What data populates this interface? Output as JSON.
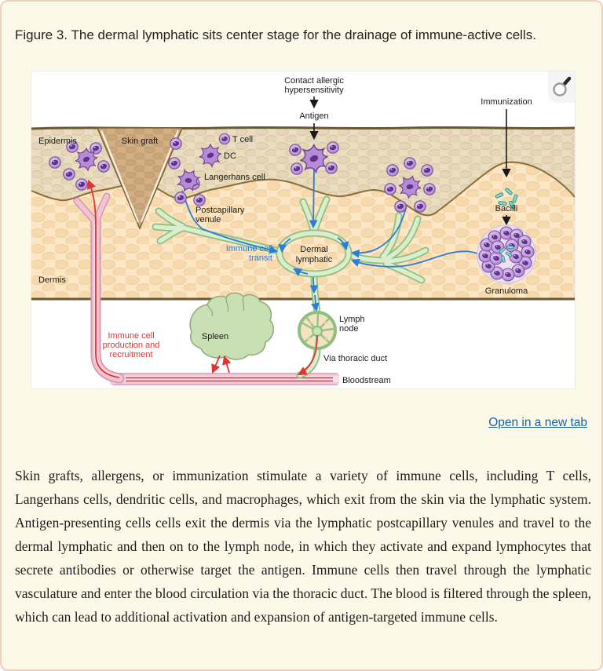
{
  "page": {
    "caption": "Figure 3. The dermal lymphatic sits center stage for the drainage of immune-active cells.",
    "open_link": "Open in a new tab",
    "paragraph": "Skin grafts, allergens, or immunization stimulate a variety of immune cells, including T cells, Langerhans cells, dendritic cells, and macrophages, which exit from the skin via the lymphatic system. Antigen-presenting cells cells exit the dermis via the lymphatic postcapillary venules and travel to the dermal lymphatic and then on to the lymph node, in which they activate and expand lymphocytes that secrete antibodies or otherwise target the antigen. Immune cells then travel through the lymphatic vasculature and enter the blood circulation via the thoracic duct. The blood is filtered through the spleen, which can lead to additional activation and expansion of antigen-targeted immune cells."
  },
  "figure": {
    "labels": {
      "contact_line1": "Contact allergic",
      "contact_line2": "hypersensitivity",
      "antigen": "Antigen",
      "immunization": "Immunization",
      "epidermis": "Epidermis",
      "skin_graft": "Skin graft",
      "t_cell": "T cell",
      "dc": "DC",
      "langerhans": "Langerhans cell",
      "postcap_line1": "Postcapillary",
      "postcap_line2": "venule",
      "transit_line1": "Immune cell",
      "transit_line2": "transit",
      "dermal_line1": "Dermal",
      "dermal_line2": "lymphatic",
      "bacilli": "Bacilli",
      "granuloma": "Granuloma",
      "dermis": "Dermis",
      "spleen": "Spleen",
      "prod_line1": "Immune cell",
      "prod_line2": "production and",
      "prod_line3": "recruitment",
      "node_line1": "Lymph",
      "node_line2": "node",
      "thoracic": "Via thoracic duct",
      "bloodstream": "Bloodstream"
    },
    "colors": {
      "link_blue": "#1762a8",
      "transit_blue": "#2e7cd6",
      "production_red": "#e03434",
      "vessel_green": "#cde8c2",
      "cell_purple": "#b58bd1",
      "bacilli_teal": "#7fd8ce"
    }
  }
}
